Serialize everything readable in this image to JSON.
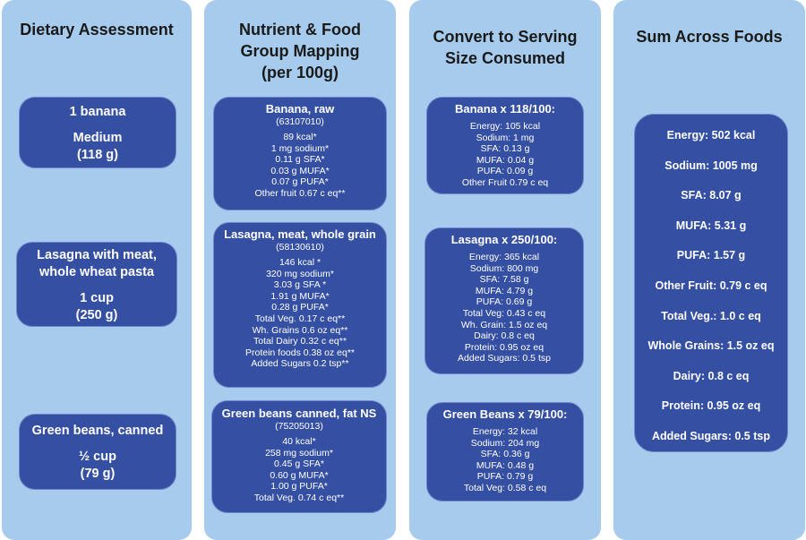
{
  "columns": [
    {
      "title": "Dietary Assessment"
    },
    {
      "title": "Nutrient & Food Group Mapping (per 100g)"
    },
    {
      "title": "Convert to Serving Size Consumed"
    },
    {
      "title": "Sum Across Foods"
    }
  ],
  "assessment": [
    {
      "food": "1 banana",
      "portion": "Medium",
      "grams": "(118 g)"
    },
    {
      "food": "Lasagna with meat, whole wheat pasta",
      "portion": "1 cup",
      "grams": "(250 g)"
    },
    {
      "food": "Green beans, canned",
      "portion": "½ cup",
      "grams": "(79 g)"
    }
  ],
  "mapping": [
    {
      "name": "Banana, raw",
      "code": "(63107010)",
      "lines": [
        "89 kcal*",
        "1 mg sodium*",
        "0.11 g SFA*",
        "0.03 g MUFA*",
        "0.07 g PUFA*",
        "Other fruit 0.67 c eq**"
      ]
    },
    {
      "name": "Lasagna, meat, whole grain",
      "code": "(58130610)",
      "lines": [
        "146 kcal *",
        "320 mg sodium*",
        "3.03 g SFA *",
        "1.91 g MUFA*",
        "0.28 g PUFA*",
        "Total Veg. 0.17 c eq**",
        "Wh. Grains 0.6 oz eq**",
        "Total Dairy 0.32 c eq**",
        "Protein foods 0.38 oz eq**",
        "Added Sugars 0.2 tsp**"
      ]
    },
    {
      "name": "Green beans canned, fat NS",
      "code": "(75205013)",
      "lines": [
        "40 kcal*",
        "258 mg sodium*",
        "0.45 g SFA*",
        "0.60 g MUFA*",
        "1.00 g PUFA*",
        "Total Veg. 0.74 c eq**"
      ]
    }
  ],
  "servings": [
    {
      "name": "Banana x 118/100:",
      "lines": [
        "Energy: 105 kcal",
        "Sodium: 1 mg",
        "SFA: 0.13 g",
        "MUFA: 0.04 g",
        "PUFA: 0.09 g",
        "Other Fruit 0.79 c eq"
      ]
    },
    {
      "name": "Lasagna x 250/100:",
      "lines": [
        "Energy: 365 kcal",
        "Sodium: 800 mg",
        "SFA: 7.58 g",
        "MUFA: 4.79 g",
        "PUFA: 0.69 g",
        "Total Veg: 0.43 c eq",
        "Wh. Grain: 1.5 oz eq",
        "Dairy: 0.8 c eq",
        "Protein: 0.95 oz eq",
        "Added Sugars: 0.5 tsp"
      ]
    },
    {
      "name": "Green Beans x 79/100:",
      "lines": [
        "Energy: 32 kcal",
        "Sodium: 204 mg",
        "SFA: 0.36 g",
        "MUFA: 0.48 g",
        "PUFA: 0.79 g",
        "Total Veg: 0.58 c eq"
      ]
    }
  ],
  "sums": [
    "Energy: 502 kcal",
    "Sodium: 1005 mg",
    "SFA: 8.07 g",
    "MUFA: 5.31 g",
    "PUFA: 1.57 g",
    "Other Fruit: 0.79 c eq",
    "Total Veg.: 1.0 c eq",
    "Whole Grains: 1.5 oz eq",
    "Dairy: 0.8 c eq",
    "Protein: 0.95 oz eq",
    "Added Sugars: 0.5 tsp"
  ]
}
